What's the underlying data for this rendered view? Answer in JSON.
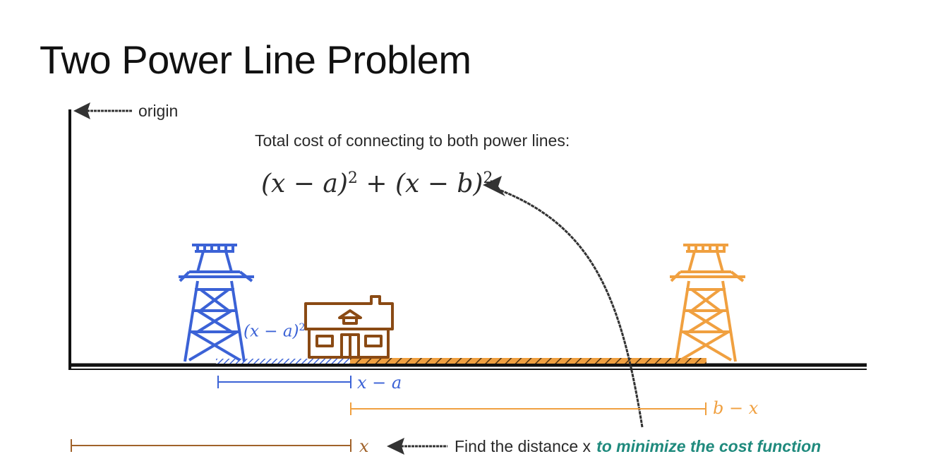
{
  "slide": {
    "title": "Two Power Line Problem",
    "origin_label": "origin",
    "cost_heading": "Total cost of connecting to both power lines:",
    "find_text": "Find the distance x",
    "find_emphasis": "to minimize the cost function"
  },
  "math": {
    "term1_base": "(x − a)",
    "term2_base": "(x − b)",
    "exponent": "2",
    "plus": "+",
    "x_minus_a": "x − a",
    "b_minus_x": "b − x",
    "x": "x",
    "tower_label": "(x − a)",
    "tower_label_exp": "2"
  },
  "colors": {
    "blue": "#3b62d6",
    "orange": "#f0a040",
    "brown": "#a0622a",
    "teal": "#1f8a7d",
    "ground": "#111111"
  },
  "icons": [
    "power-tower-icon-left",
    "house-icon",
    "power-tower-icon-right",
    "origin-arrow-icon",
    "find-arrow-icon",
    "curved-arrow-icon"
  ]
}
